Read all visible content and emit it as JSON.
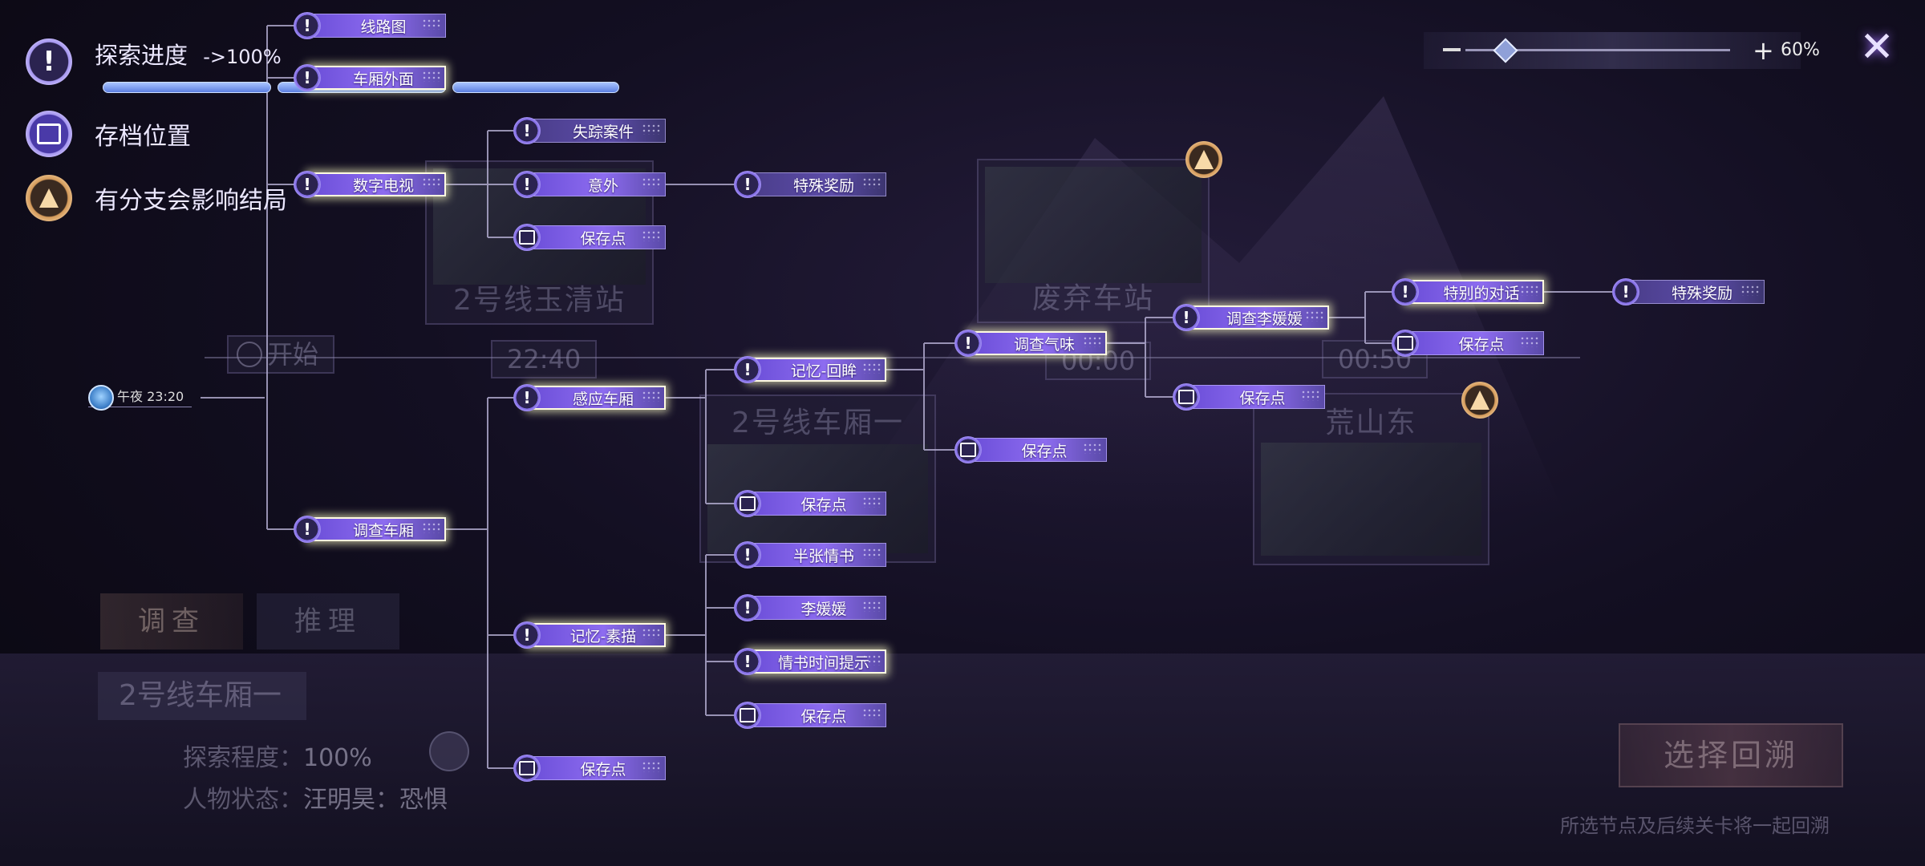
{
  "legend": {
    "progress_label": "探索进度",
    "progress_value": "->100%",
    "save_label": "存档位置",
    "branch_label": "有分支会影响结局"
  },
  "zoom": {
    "percent": "60%",
    "level": 0.15
  },
  "background": {
    "stations": [
      "2号线玉清站",
      "废弃车站",
      "荒山东"
    ],
    "times": [
      "22:40",
      "00:00",
      "00:50"
    ],
    "start_label": "开始",
    "middle_card": "2号线车厢一"
  },
  "timeline": {
    "start_time": "午夜 23:20"
  },
  "nodes": {
    "route_map": "线路图",
    "car_exterior": "车厢外面",
    "digital_tv": "数字电视",
    "missing_case": "失踪案件",
    "accident": "意外",
    "special_reward_1": "特殊奖励",
    "save_1": "保存点",
    "investigate_car": "调查车厢",
    "sense_car": "感应车厢",
    "memory_glance": "记忆-回眸",
    "save_2": "保存点",
    "investigate_smell": "调查气味",
    "save_3": "保存点",
    "investigate_li": "调查李媛媛",
    "special_dialog": "特别的对话",
    "special_reward_2": "特殊奖励",
    "save_4": "保存点",
    "save_5": "保存点",
    "memory_sketch": "记忆-素描",
    "half_letter": "半张情书",
    "li_yuanyuan": "李媛媛",
    "letter_time_hint": "情书时间提示",
    "save_6": "保存点",
    "save_7": "保存点"
  },
  "bottom": {
    "tab_investigate": "调查",
    "tab_reason": "推理",
    "location": "2号线车厢一",
    "explore_label": "探索程度：",
    "explore_value": "100%",
    "status_label": "人物状态：",
    "status_value": "汪明昊：恐惧",
    "confirm_button": "选择回溯",
    "confirm_hint": "所选节点及后续关卡将一起回溯"
  }
}
